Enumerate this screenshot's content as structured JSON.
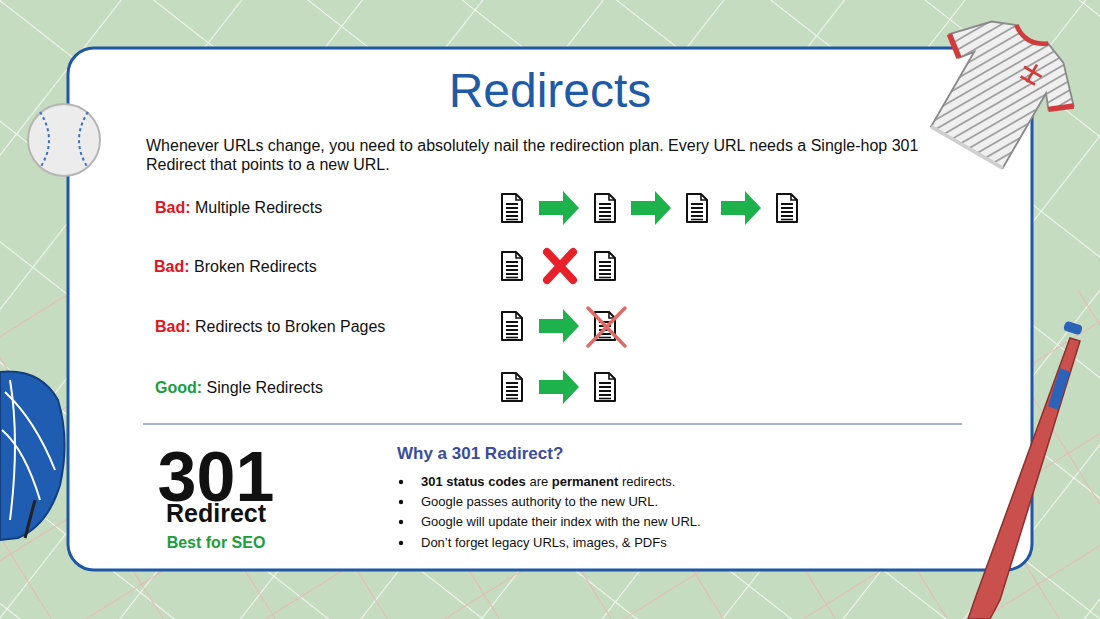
{
  "diagram": {
    "title": "Redirects",
    "labels": [
      "Whenever URLs change, you need to absolutely nail the redirection plan. Every URL needs a Single-hop 301 Redirect that points to a new URL.",
      "Bad:",
      "Multiple Redirects",
      "Bad:",
      "Broken Redirects",
      "Bad:",
      "Redirects to Broken Pages",
      "Good:",
      "Single Redirects",
      "301",
      "Redirect",
      "Best for SEO",
      "Why a 301 Redirect?",
      "301 status codes",
      "are",
      "permanent",
      "redirects.",
      "Google passes authority to the new URL.",
      "Google will update their index with the new URL.",
      "Don’t forget legacy URLs, images, & PDFs"
    ]
  }
}
